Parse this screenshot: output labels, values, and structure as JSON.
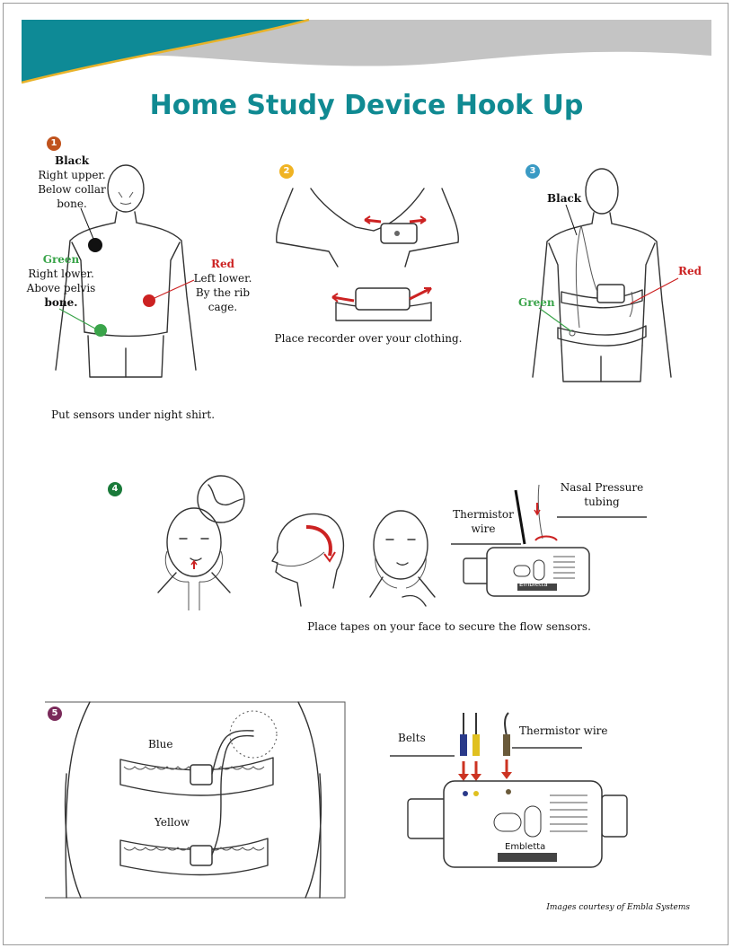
{
  "title": "Home Study Device Hook Up",
  "colors": {
    "title": "#108a92",
    "banner_teal": "#0e8a96",
    "banner_gold": "#e8b32a",
    "banner_grey": "#c4c4c4",
    "step1": "#c0521c",
    "step2": "#f0b323",
    "step3": "#3a9ac4",
    "step4": "#1a7a3a",
    "step5": "#7a2a5a",
    "sensor_black": "#111111",
    "sensor_red": "#cc2222",
    "sensor_green": "#3aa44a"
  },
  "step1": {
    "number": "1",
    "black_label": "Black",
    "black_desc_1": "Right upper.",
    "black_desc_2": "Below collar",
    "black_desc_3": "bone.",
    "green_label": "Green",
    "green_desc_1": "Right lower.",
    "green_desc_2": "Above pelvis",
    "green_desc_3": "bone.",
    "red_label": "Red",
    "red_desc_1": "Left lower.",
    "red_desc_2": "By the rib",
    "red_desc_3": "cage.",
    "caption": "Put sensors under night shirt."
  },
  "step2": {
    "number": "2",
    "caption": "Place recorder over your clothing."
  },
  "step3": {
    "number": "3",
    "black_label": "Black",
    "red_label": "Red",
    "green_label": "Green"
  },
  "step4": {
    "number": "4",
    "thermistor_1": "Thermistor",
    "thermistor_2": "wire",
    "nasal_1": "Nasal Pressure",
    "nasal_2": "tubing",
    "device_brand": "Embletta",
    "caption": "Place tapes on your face to secure the flow sensors."
  },
  "step5": {
    "number": "5",
    "blue_label": "Blue",
    "yellow_label": "Yellow",
    "belts_label": "Belts",
    "thermistor_label": "Thermistor wire",
    "device_brand": "Embletta"
  },
  "credit": "Images courtesy of Embla Systems"
}
